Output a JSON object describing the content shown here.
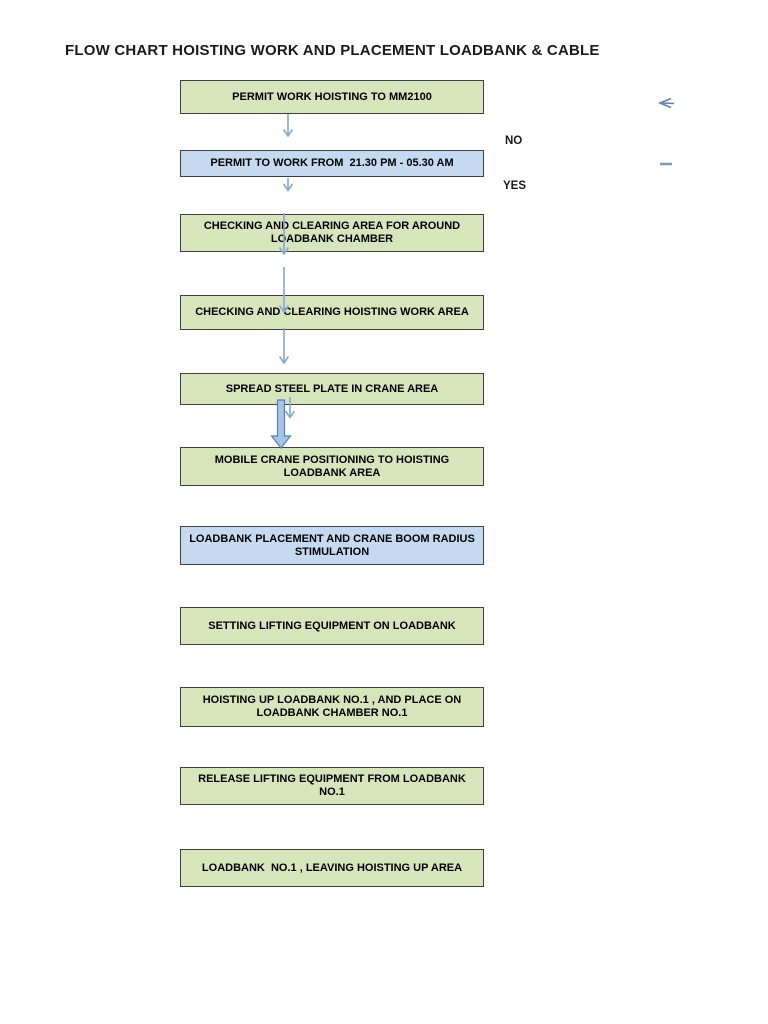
{
  "page": {
    "title": "FLOW CHART HOISTING WORK AND PLACEMENT LOADBANK & CABLE"
  },
  "flowchart": {
    "boxes": [
      {
        "label": "PERMIT WORK HOISTING TO MM2100",
        "variant": "green"
      },
      {
        "label": "PERMIT TO WORK FROM  21.30 PM - 05.30 AM",
        "variant": "blue"
      },
      {
        "label": "CHECKING AND CLEARING AREA FOR AROUND LOADBANK CHAMBER",
        "variant": "green"
      },
      {
        "label": "CHECKING AND CLEARING HOISTING WORK AREA",
        "variant": "green"
      },
      {
        "label": "SPREAD STEEL PLATE IN CRANE AREA",
        "variant": "green"
      },
      {
        "label": "MOBILE CRANE POSITIONING TO HOISTING LOADBANK AREA",
        "variant": "green"
      },
      {
        "label": "LOADBANK PLACEMENT AND CRANE BOOM RADIUS STIMULATION",
        "variant": "blue"
      },
      {
        "label": "SETTING LIFTING EQUIPMENT ON LOADBANK",
        "variant": "green"
      },
      {
        "label": "HOISTING UP LOADBANK NO.1 , AND PLACE ON LOADBANK CHAMBER NO.1",
        "variant": "green"
      },
      {
        "label": "RELEASE LIFTING EQUIPMENT FROM LOADBANK NO.1",
        "variant": "green"
      },
      {
        "label": "LOADBANK  NO.1 , LEAVING HOISTING UP AREA",
        "variant": "green"
      }
    ],
    "decision_labels": {
      "no": "NO",
      "yes": "YES"
    }
  },
  "colors": {
    "box_green_fill": "#d8e4bc",
    "box_blue_fill": "#c5d9f1",
    "box_border": "#404040",
    "arrow_stroke": "#85a8d0",
    "thick_arrow_fill": "#a8c4e4",
    "thick_arrow_stroke": "#4f81bd",
    "title_text": "#1a1a1a",
    "box_text": "#000000"
  }
}
